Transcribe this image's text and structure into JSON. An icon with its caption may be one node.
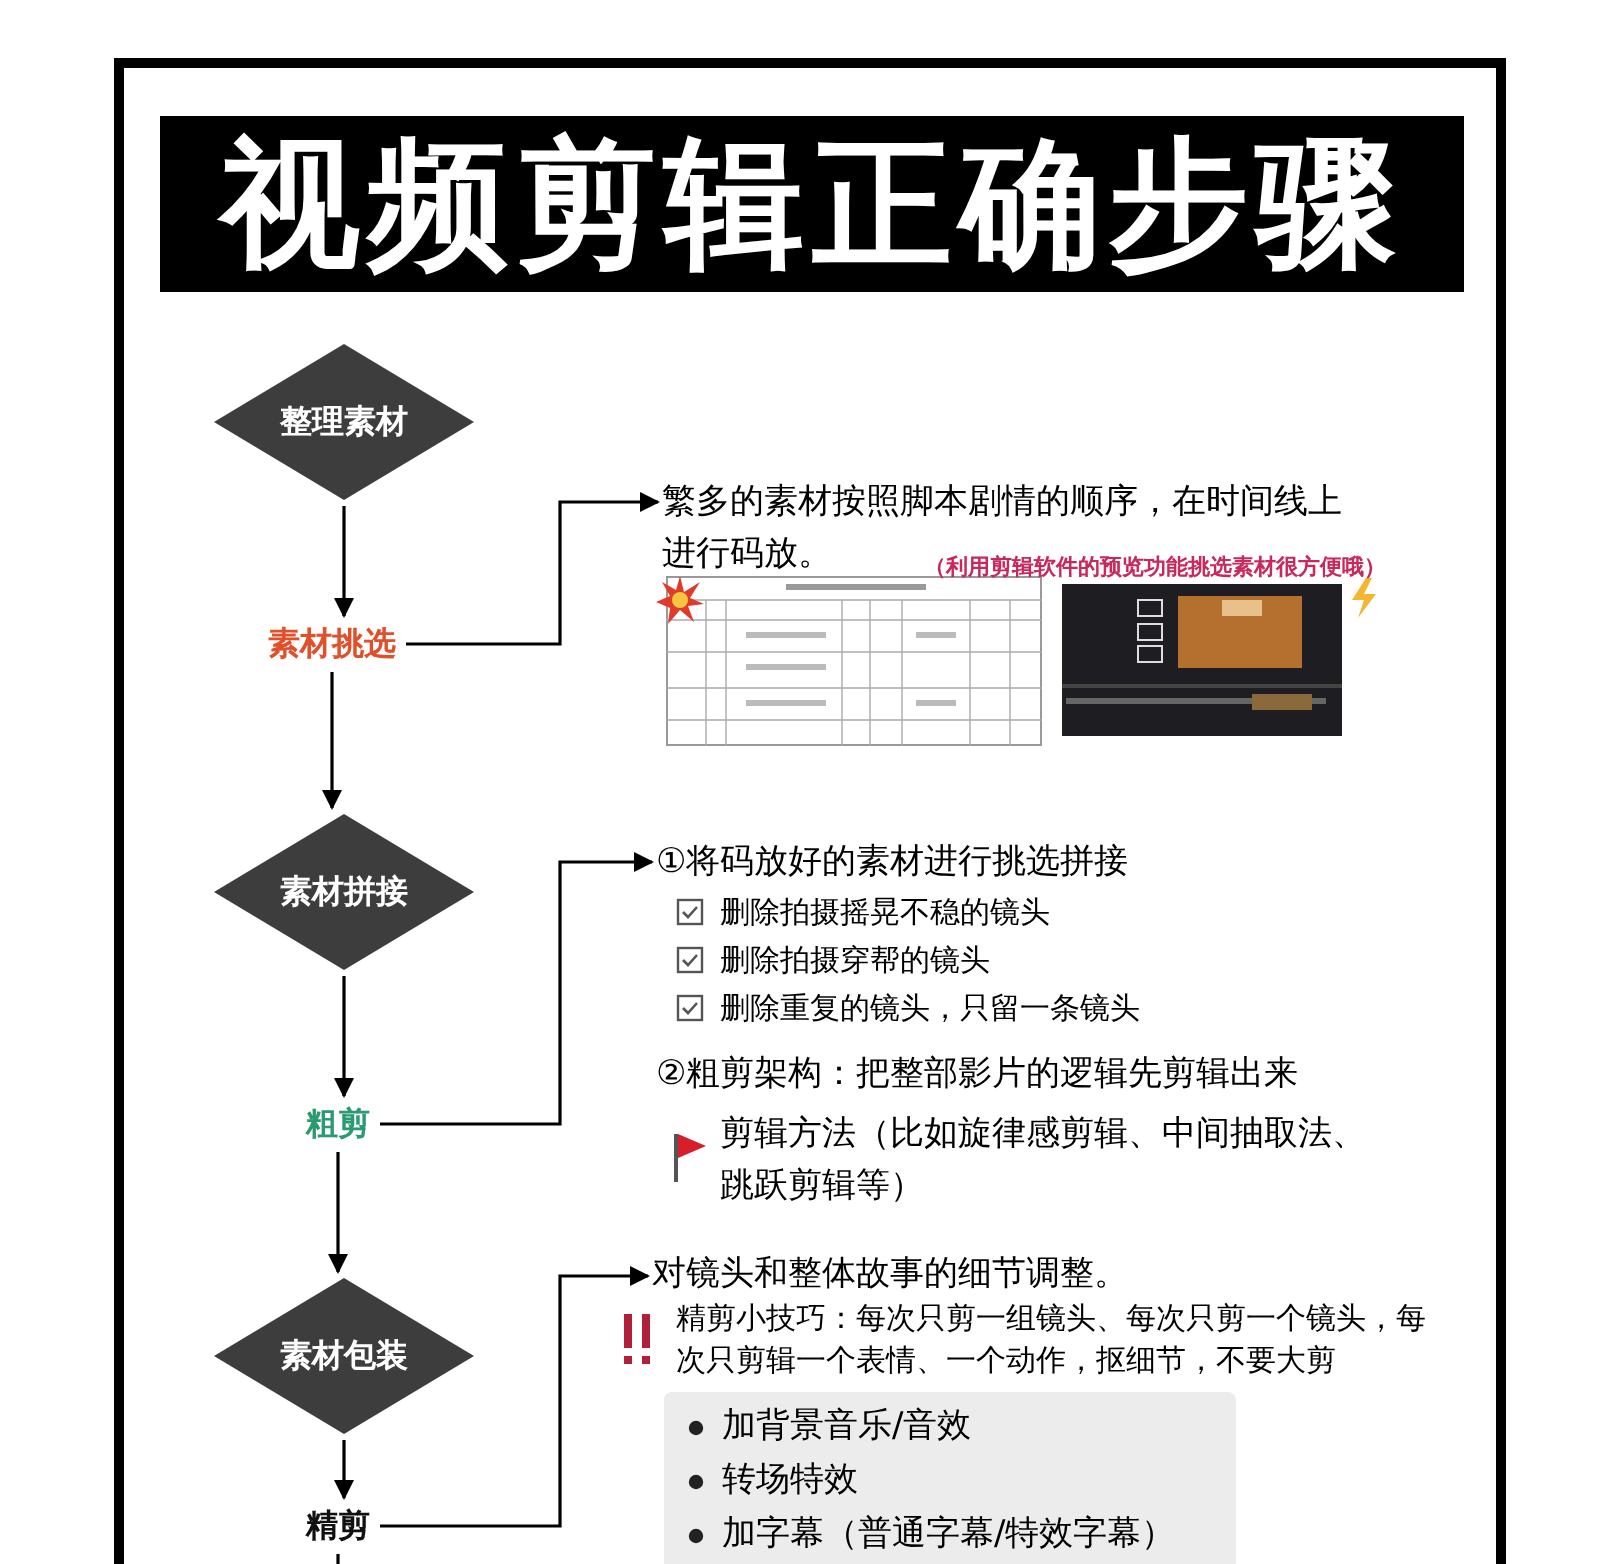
{
  "diagram": {
    "title": "视频剪辑正确步骤",
    "nodes": [
      {
        "text": [
          "整理素材"
        ]
      },
      {
        "text": [
          "素材挑选"
        ]
      },
      {
        "text": [
          "素材拼接"
        ]
      },
      {
        "text": [
          "粗剪"
        ]
      },
      {
        "text": [
          "素材包装"
        ]
      },
      {
        "text": [
          "精剪"
        ]
      },
      {
        "text": [
          "繁多的素材按照脚本剧情的顺序，在时间线上进行码放。",
          "（利用剪辑软件的预览功能挑选素材很方便哦）"
        ]
      },
      {
        "text": [
          "①将码放好的素材进行挑选拼接",
          "删除拍摄摇晃不稳的镜头",
          "删除拍摄穿帮的镜头",
          "删除重复的镜头，只留一条镜头",
          "②粗剪架构：把整部影片的逻辑先剪辑出来",
          "剪辑方法（比如旋律感剪辑、中间抽取法、跳跃剪辑等）"
        ]
      },
      {
        "text": [
          "对镜头和整体故事的细节调整。",
          "精剪小技巧：每次只剪一组镜头、每次只剪一个镜头，每次只剪辑一个表情、一个动作，抠细节，不要大剪"
        ]
      },
      {
        "text": [
          "加背景音乐/音效",
          "转场特效",
          "加字幕（普通字幕/特效字幕）"
        ]
      }
    ],
    "edges": [
      {
        "from": 0,
        "to": 1,
        "arrow": "to"
      },
      {
        "from": 1,
        "to": 2,
        "arrow": "to"
      },
      {
        "from": 2,
        "to": 3,
        "arrow": "to"
      },
      {
        "from": 3,
        "to": 4,
        "arrow": "to"
      },
      {
        "from": 4,
        "to": 5,
        "arrow": "to"
      },
      {
        "from": 5,
        "to": null,
        "arrow": "none"
      },
      {
        "from": 1,
        "to": 6,
        "arrow": "to"
      },
      {
        "from": 3,
        "to": 7,
        "arrow": "to"
      },
      {
        "from": 5,
        "to": 8,
        "arrow": "to"
      }
    ]
  }
}
